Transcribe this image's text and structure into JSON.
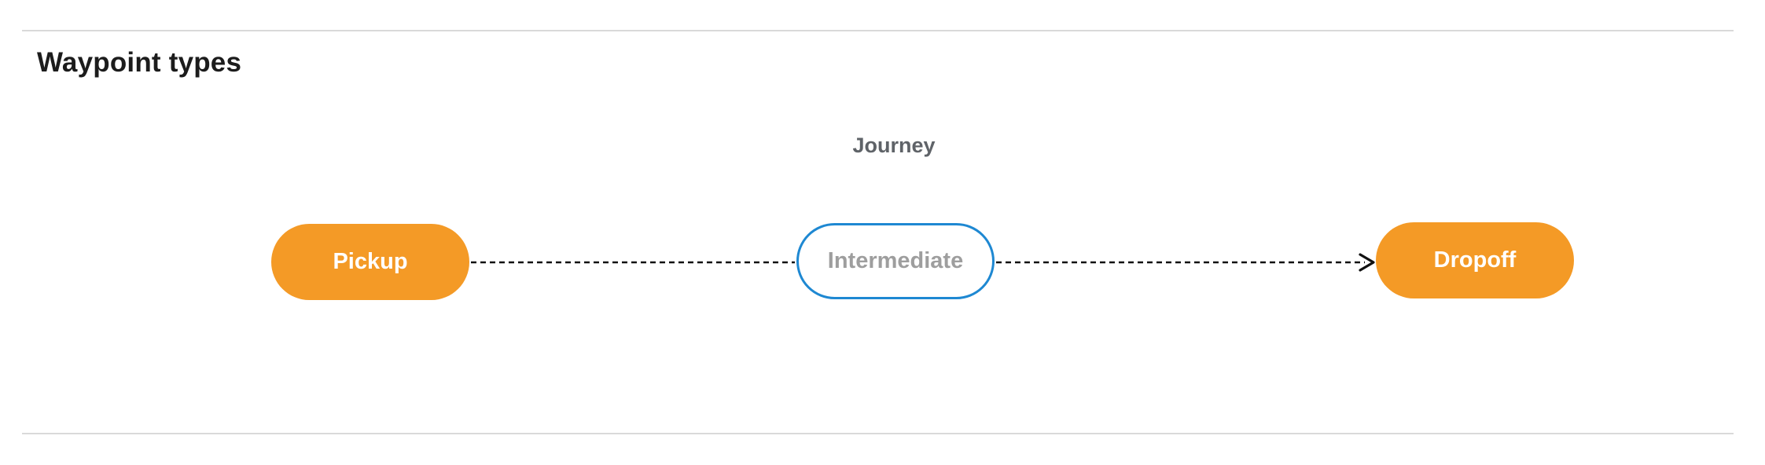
{
  "header": {
    "title": "Waypoint types"
  },
  "diagram": {
    "journey_label": "Journey",
    "nodes": [
      {
        "id": "pickup",
        "label": "Pickup",
        "style": "filled-orange"
      },
      {
        "id": "intermediate",
        "label": "Intermediate",
        "style": "outlined-blue"
      },
      {
        "id": "dropoff",
        "label": "Dropoff",
        "style": "filled-orange"
      }
    ],
    "edges": [
      {
        "from": "pickup",
        "to": "intermediate",
        "style": "dashed",
        "arrowhead": false
      },
      {
        "from": "intermediate",
        "to": "dropoff",
        "style": "dashed",
        "arrowhead": true
      }
    ]
  },
  "colors": {
    "node_fill_orange": "#F49A26",
    "node_text_light": "#FFFFFF",
    "intermediate_border_blue": "#1E88D2",
    "intermediate_text_gray": "#9E9E9E",
    "journey_label_gray": "#5F6368",
    "heading_text": "#1C1C1C",
    "divider_gray": "#D9D9D9",
    "edge_black": "#111111"
  }
}
